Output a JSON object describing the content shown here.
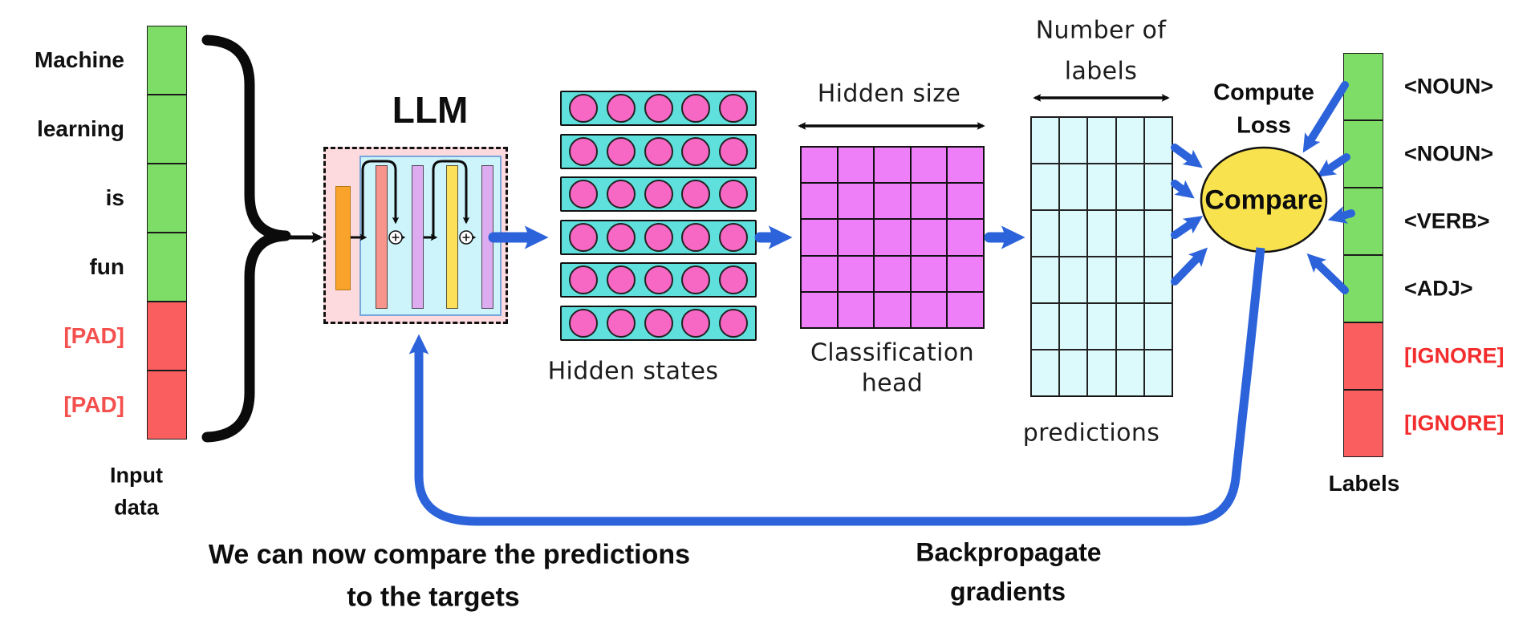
{
  "colors": {
    "green_cell": "#7ddd66",
    "red_cell": "#fa5e5e",
    "pad_text": "#f4504e",
    "ignore_text": "#f32d2d",
    "blue_arrow": "#2c63da",
    "llm_outer_bg": "#fcdadd",
    "llm_inner_bg": "#cdf3fb",
    "llm_inner_border": "#79a7dd",
    "orange_bar": "#f9a32b",
    "salmon_bar": "#f7958c",
    "purple_bar": "#dcabf0",
    "yellow_bar": "#fce059",
    "hidden_row_bg": "#5fe0dd",
    "hidden_circle": "#f767c4",
    "class_cell": "#ee7ff8",
    "pred_cell": "#dcf9fc",
    "compare_fill": "#f8e34e"
  },
  "input_column": {
    "tokens": [
      {
        "label": "Machine",
        "type": "token"
      },
      {
        "label": "learning",
        "type": "token"
      },
      {
        "label": "is",
        "type": "token"
      },
      {
        "label": "fun",
        "type": "token"
      },
      {
        "label": "[PAD]",
        "type": "pad"
      },
      {
        "label": "[PAD]",
        "type": "pad"
      }
    ],
    "caption_line1": "Input",
    "caption_line2": "data"
  },
  "llm": {
    "label": "LLM"
  },
  "hidden_states": {
    "label": "Hidden states",
    "rows": 6,
    "cols": 5
  },
  "classification_head": {
    "dim_label": "Hidden size",
    "label_line1": "Classification",
    "label_line2": "head",
    "rows": 5,
    "cols": 5
  },
  "predictions": {
    "dim_label_line1": "Number of",
    "dim_label_line2": "labels",
    "label": "predictions",
    "rows": 6,
    "cols": 5
  },
  "compare": {
    "label": "Compare",
    "compute_loss_line1": "Compute",
    "compute_loss_line2": "Loss"
  },
  "labels_column": {
    "tokens": [
      {
        "label": "<NOUN>",
        "type": "token"
      },
      {
        "label": "<NOUN>",
        "type": "token"
      },
      {
        "label": "<VERB>",
        "type": "token"
      },
      {
        "label": "<ADJ>",
        "type": "token"
      },
      {
        "label": "[IGNORE]",
        "type": "ignore"
      },
      {
        "label": "[IGNORE]",
        "type": "ignore"
      }
    ],
    "caption": "Labels"
  },
  "annotations": {
    "conclusion_line1": "We can now compare the predictions",
    "conclusion_line2": "to the targets",
    "backprop_line1": "Backpropagate",
    "backprop_line2": "gradients"
  }
}
